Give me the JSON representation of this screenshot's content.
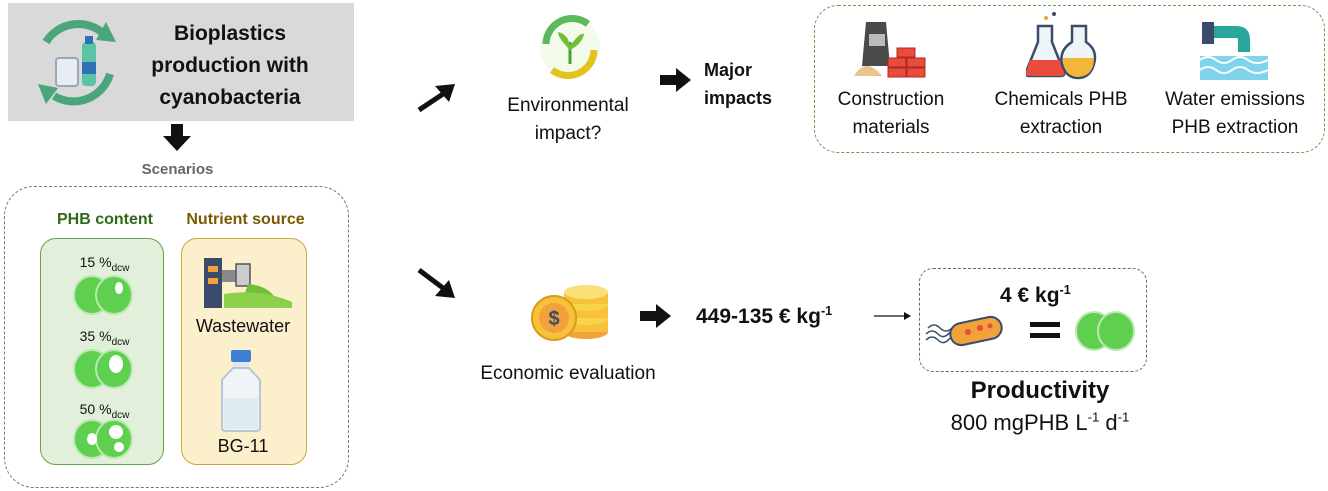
{
  "title": "Bioplastics production with cyanobacteria",
  "scenarios": {
    "label": "Scenarios",
    "phb_header": "PHB content",
    "phb_levels": [
      {
        "value": "15 %",
        "sub": "dcw"
      },
      {
        "value": "35 %",
        "sub": "dcw"
      },
      {
        "value": "50 %",
        "sub": "dcw"
      }
    ],
    "nutrient_header": "Nutrient source",
    "nutrient_sources": [
      "Wastewater",
      "BG-11"
    ]
  },
  "environmental": {
    "question": "Environmental impact?",
    "impacts_label": "Major impacts",
    "impacts": [
      "Construction materials",
      "Chemicals PHB extraction",
      "Water emissions PHB extraction"
    ]
  },
  "economic": {
    "label": "Economic evaluation",
    "cost_range": "449-135 € kg",
    "cost_exp": "-1",
    "target_cost": "4 € kg",
    "target_exp": "-1",
    "productivity_label": "Productivity",
    "productivity_value": "800 mgPHB L",
    "productivity_exp1": "-1",
    "productivity_d": " d",
    "productivity_exp2": "-1"
  },
  "colors": {
    "cell_green": "#5fcf4f",
    "title_box": "#d9d9d9",
    "phb_bg": "#e2efda",
    "nutrient_bg": "#fcefcb"
  }
}
